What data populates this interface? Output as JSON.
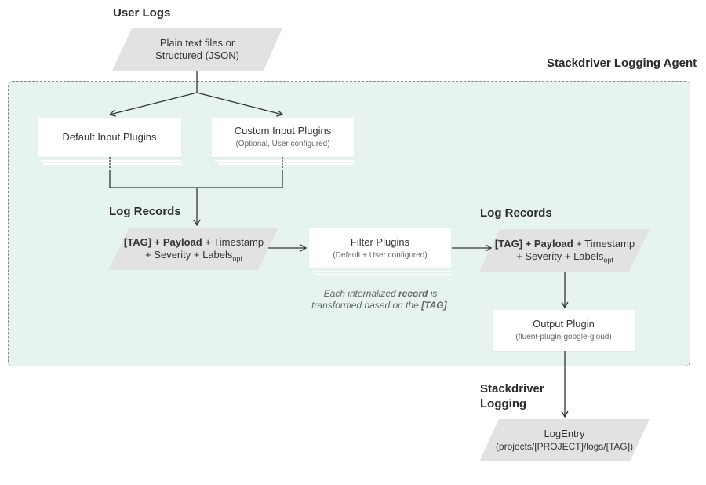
{
  "headings": {
    "user_logs": "User Logs",
    "agent": "Stackdriver Logging Agent",
    "log_records_left": "Log Records",
    "log_records_right": "Log Records",
    "stackdriver_logging_line1": "Stackdriver",
    "stackdriver_logging_line2": "Logging"
  },
  "source": {
    "line1": "Plain text files or",
    "line2": "Structured (JSON)"
  },
  "default_input": {
    "title": "Default Input Plugins"
  },
  "custom_input": {
    "title": "Custom Input Plugins",
    "subtitle": "(Optional, User configured)"
  },
  "record": {
    "tag": "[TAG]",
    "plus1": " + ",
    "payload": "Payload",
    "plus_timestamp": " + Timestamp",
    "line2": "+ Severity + Labels",
    "opt": "opt"
  },
  "filter": {
    "title": "Filter Plugins",
    "subtitle": "(Default + User configured)"
  },
  "note": {
    "pre": "Each internalized ",
    "record": "record",
    "post": " is",
    "line2_pre": "transformed based on the ",
    "tag": "[TAG]",
    "line2_post": "."
  },
  "output": {
    "title": "Output Plugin",
    "subtitle": "(fluent-plugin-google-gloud)"
  },
  "log_entry": {
    "title": "LogEntry",
    "path": "(projects/[PROJECT]/logs/[TAG])"
  },
  "colors": {
    "agent_fill": "#e6f3ee",
    "parallelogram_fill": "#e2e2e2",
    "card_fill": "#ffffff",
    "arrow": "#333333"
  }
}
